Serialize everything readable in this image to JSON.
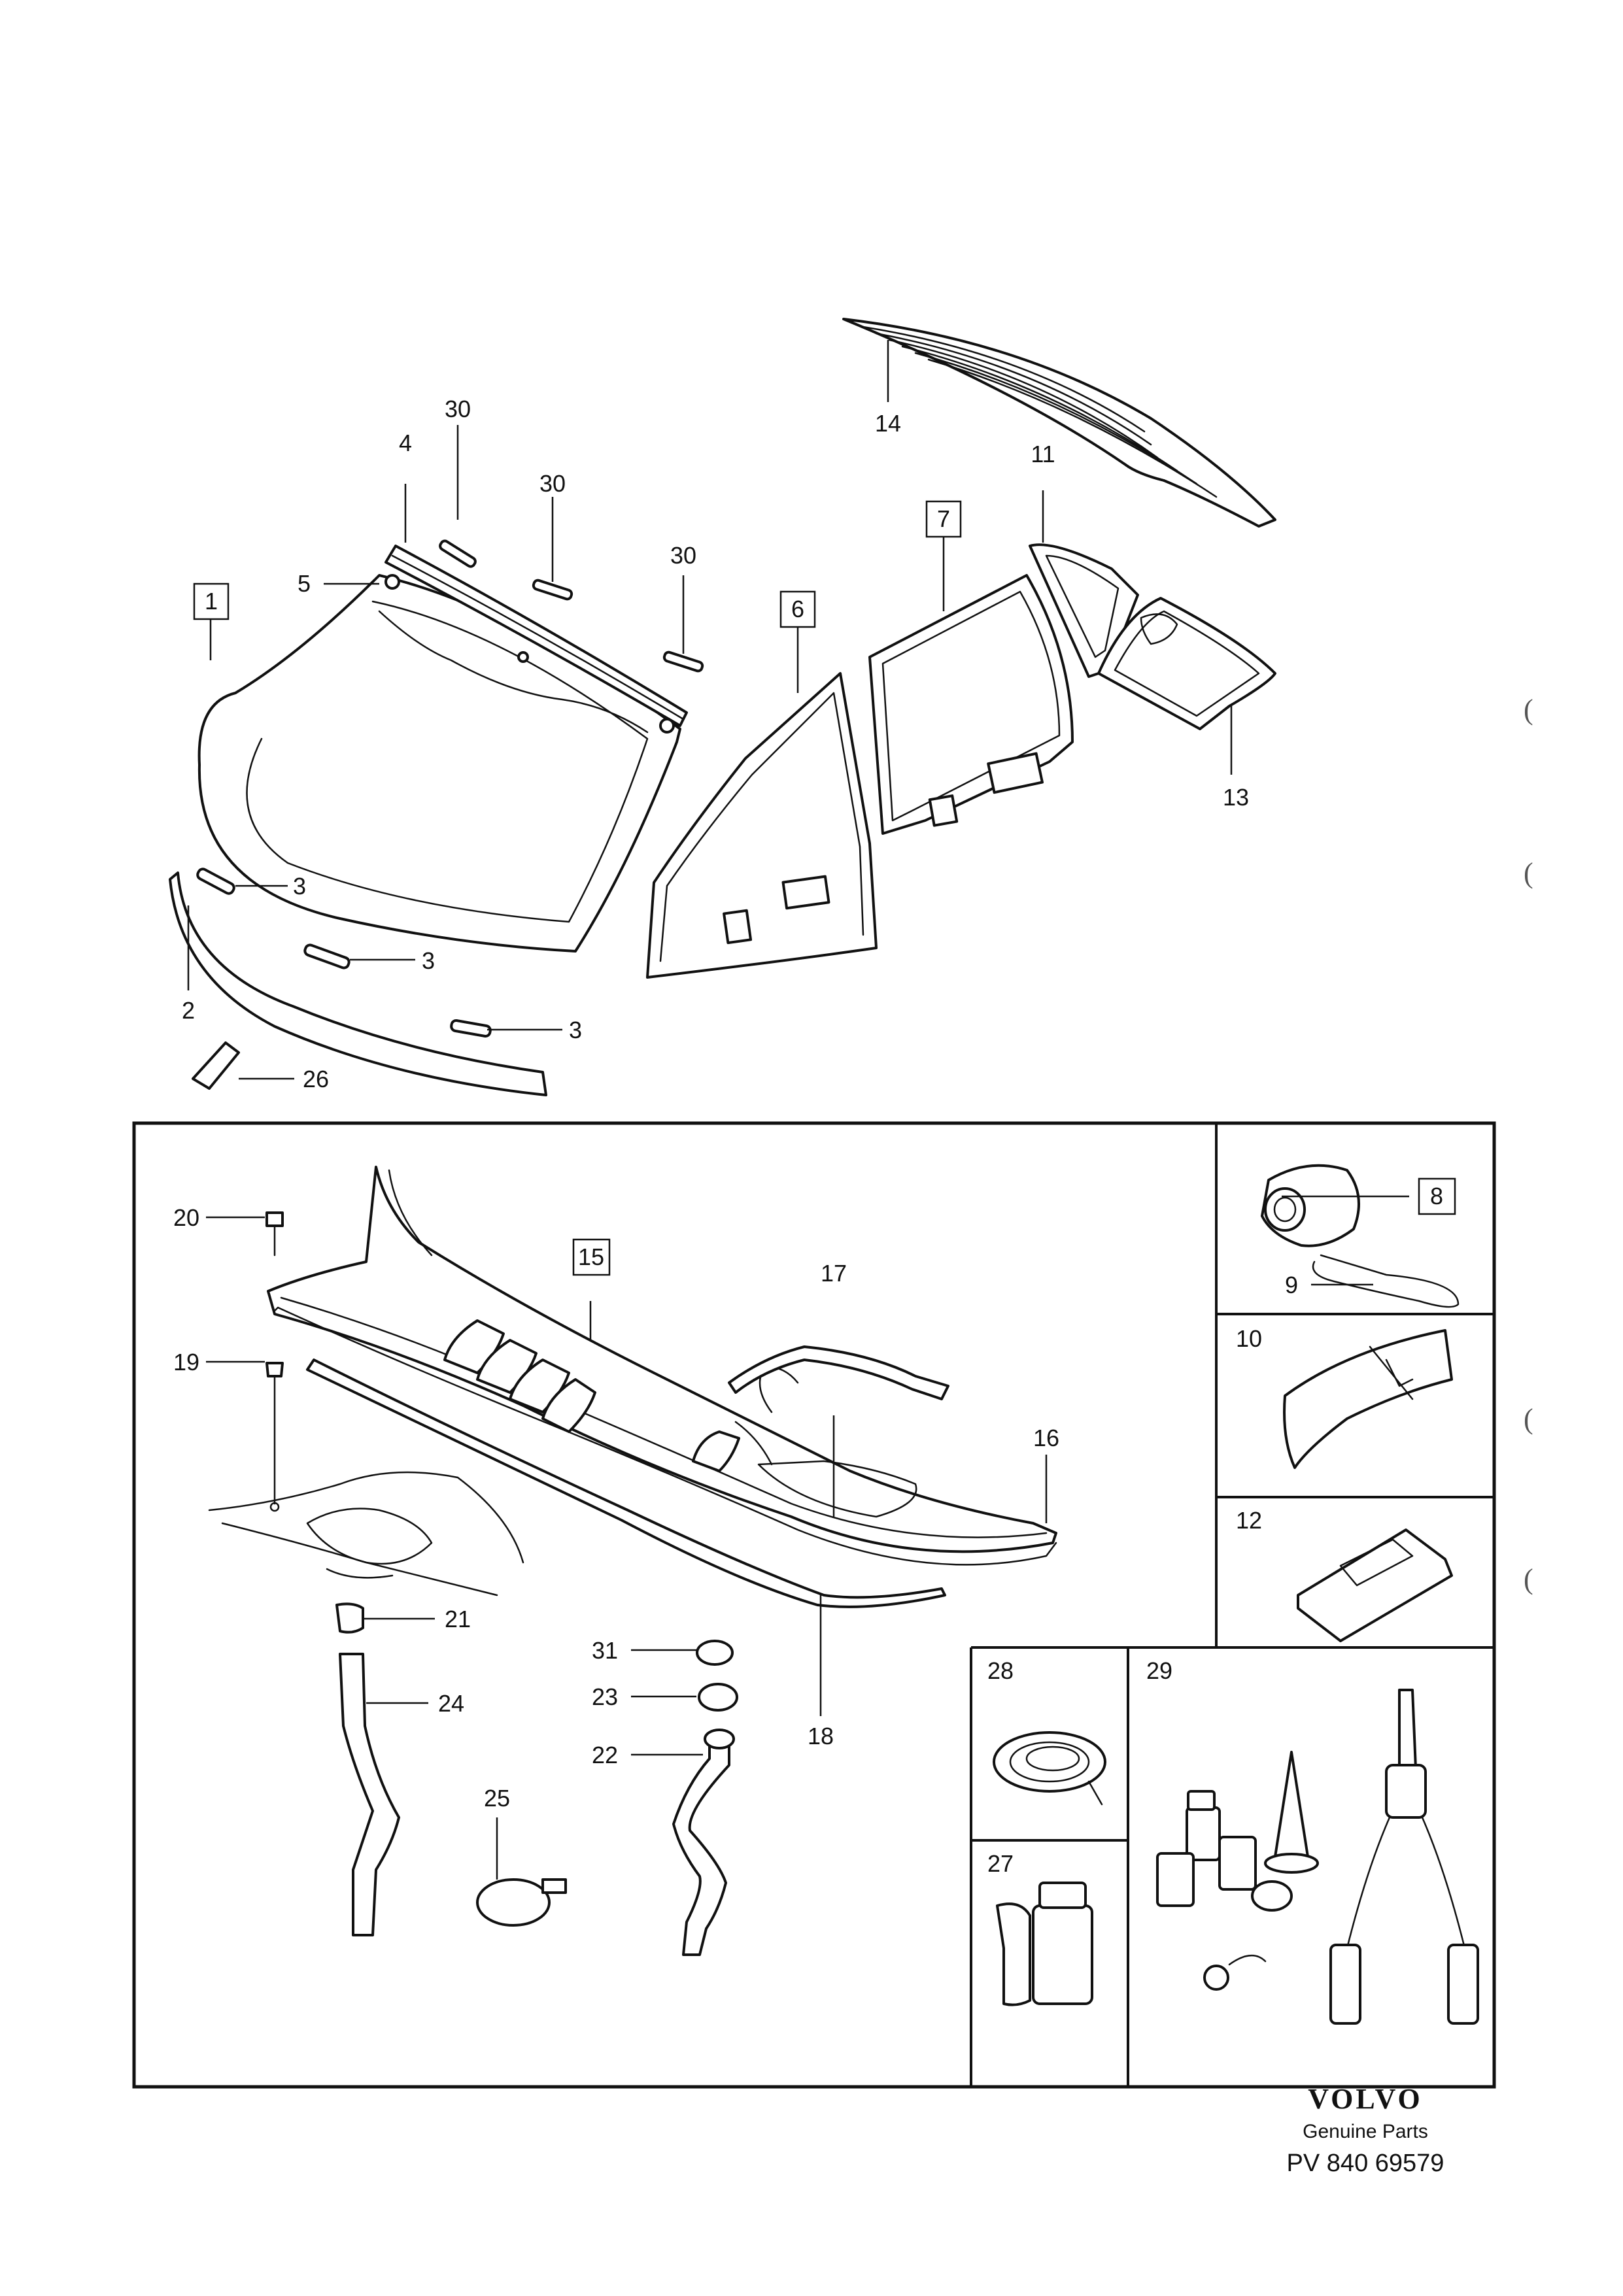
{
  "callouts": {
    "c1": "1",
    "c2": "2",
    "c3a": "3",
    "c3b": "3",
    "c3c": "3",
    "c4": "4",
    "c5": "5",
    "c6": "6",
    "c7": "7",
    "c8": "8",
    "c9": "9",
    "c10": "10",
    "c11": "11",
    "c12": "12",
    "c13": "13",
    "c14": "14",
    "c15": "15",
    "c16": "16",
    "c17": "17",
    "c18": "18",
    "c19": "19",
    "c20": "20",
    "c21": "21",
    "c22": "22",
    "c23": "23",
    "c24": "24",
    "c25": "25",
    "c26": "26",
    "c27": "27",
    "c28": "28",
    "c29": "29",
    "c30a": "30",
    "c30b": "30",
    "c30c": "30",
    "c31": "31"
  },
  "footer": {
    "logo": "VOLVO",
    "tagline": "Genuine Parts",
    "doc_number": "PV 840 69579"
  }
}
